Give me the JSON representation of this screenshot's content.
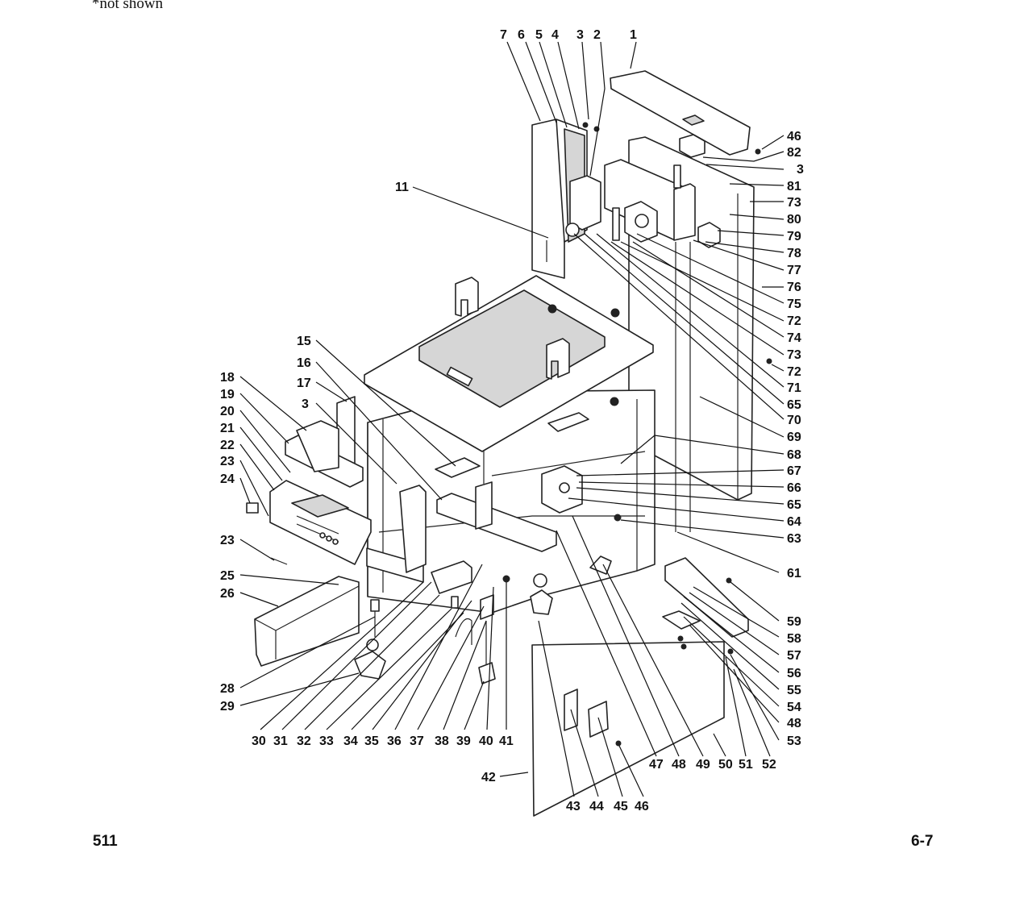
{
  "header": {
    "note": "*not shown"
  },
  "footer": {
    "left": "511",
    "right": "6-7"
  },
  "callouts": [
    {
      "id": "c7",
      "text": "7"
    },
    {
      "id": "c6",
      "text": "6"
    },
    {
      "id": "c5",
      "text": "5"
    },
    {
      "id": "c4",
      "text": "4"
    },
    {
      "id": "c3a",
      "text": "3"
    },
    {
      "id": "c2",
      "text": "2"
    },
    {
      "id": "c1",
      "text": "1"
    },
    {
      "id": "c11",
      "text": "11"
    },
    {
      "id": "c46a",
      "text": "46"
    },
    {
      "id": "c82",
      "text": "82"
    },
    {
      "id": "c3b",
      "text": "3"
    },
    {
      "id": "c81",
      "text": "81"
    },
    {
      "id": "c73a",
      "text": "73"
    },
    {
      "id": "c80",
      "text": "80"
    },
    {
      "id": "c79",
      "text": "79"
    },
    {
      "id": "c78",
      "text": "78"
    },
    {
      "id": "c77",
      "text": "77"
    },
    {
      "id": "c76",
      "text": "76"
    },
    {
      "id": "c75",
      "text": "75"
    },
    {
      "id": "c72a",
      "text": "72"
    },
    {
      "id": "c74",
      "text": "74"
    },
    {
      "id": "c73b",
      "text": "73"
    },
    {
      "id": "c72b",
      "text": "72"
    },
    {
      "id": "c71",
      "text": "71"
    },
    {
      "id": "c65a",
      "text": "65"
    },
    {
      "id": "c70",
      "text": "70"
    },
    {
      "id": "c69",
      "text": "69"
    },
    {
      "id": "c68",
      "text": "68"
    },
    {
      "id": "c67",
      "text": "67"
    },
    {
      "id": "c66",
      "text": "66"
    },
    {
      "id": "c65b",
      "text": "65"
    },
    {
      "id": "c64",
      "text": "64"
    },
    {
      "id": "c63",
      "text": "63"
    },
    {
      "id": "c61",
      "text": "61"
    },
    {
      "id": "c59",
      "text": "59"
    },
    {
      "id": "c58",
      "text": "58"
    },
    {
      "id": "c57",
      "text": "57"
    },
    {
      "id": "c56",
      "text": "56"
    },
    {
      "id": "c55",
      "text": "55"
    },
    {
      "id": "c54",
      "text": "54"
    },
    {
      "id": "c48a",
      "text": "48"
    },
    {
      "id": "c53",
      "text": "53"
    },
    {
      "id": "c15",
      "text": "15"
    },
    {
      "id": "c16",
      "text": "16"
    },
    {
      "id": "c17",
      "text": "17"
    },
    {
      "id": "c3c",
      "text": "3"
    },
    {
      "id": "c18",
      "text": "18"
    },
    {
      "id": "c19",
      "text": "19"
    },
    {
      "id": "c20",
      "text": "20"
    },
    {
      "id": "c21",
      "text": "21"
    },
    {
      "id": "c22",
      "text": "22"
    },
    {
      "id": "c23a",
      "text": "23"
    },
    {
      "id": "c24",
      "text": "24"
    },
    {
      "id": "c23b",
      "text": "23"
    },
    {
      "id": "c25",
      "text": "25"
    },
    {
      "id": "c26",
      "text": "26"
    },
    {
      "id": "c28",
      "text": "28"
    },
    {
      "id": "c29",
      "text": "29"
    },
    {
      "id": "c30",
      "text": "30"
    },
    {
      "id": "c31",
      "text": "31"
    },
    {
      "id": "c32",
      "text": "32"
    },
    {
      "id": "c33",
      "text": "33"
    },
    {
      "id": "c34",
      "text": "34"
    },
    {
      "id": "c35",
      "text": "35"
    },
    {
      "id": "c36",
      "text": "36"
    },
    {
      "id": "c37",
      "text": "37"
    },
    {
      "id": "c38",
      "text": "38"
    },
    {
      "id": "c39",
      "text": "39"
    },
    {
      "id": "c40",
      "text": "40"
    },
    {
      "id": "c41",
      "text": "41"
    },
    {
      "id": "c47",
      "text": "47"
    },
    {
      "id": "c48b",
      "text": "48"
    },
    {
      "id": "c49",
      "text": "49"
    },
    {
      "id": "c50",
      "text": "50"
    },
    {
      "id": "c51",
      "text": "51"
    },
    {
      "id": "c52",
      "text": "52"
    },
    {
      "id": "c42",
      "text": "42"
    },
    {
      "id": "c43",
      "text": "43"
    },
    {
      "id": "c44",
      "text": "44"
    },
    {
      "id": "c45",
      "text": "45"
    },
    {
      "id": "c46b",
      "text": "46"
    }
  ]
}
